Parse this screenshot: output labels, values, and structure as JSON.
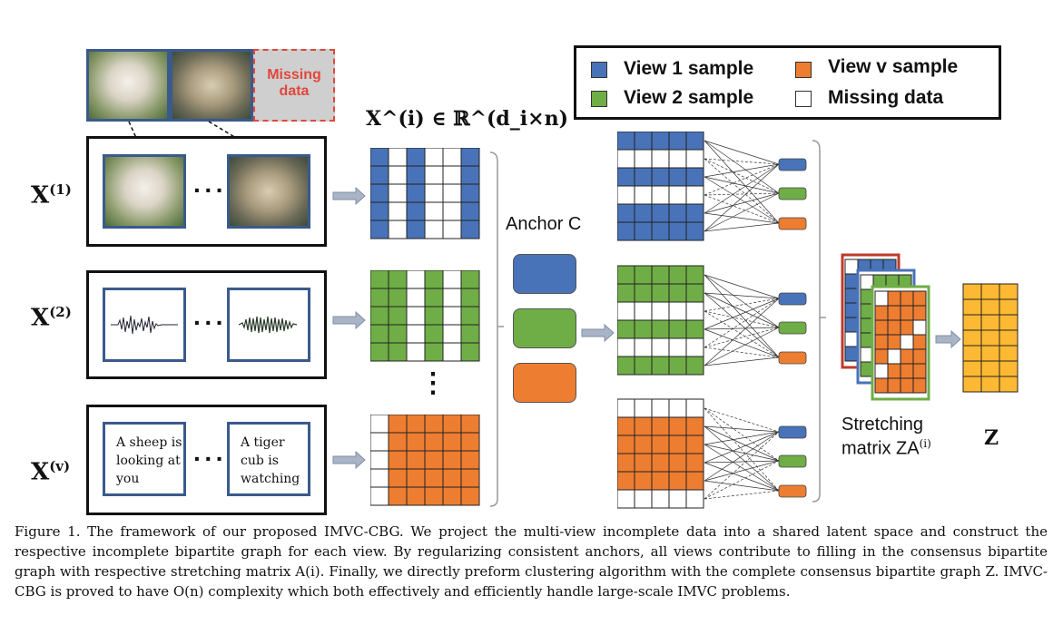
{
  "colors": {
    "view1": "#4873b8",
    "view2": "#6fad46",
    "viewv": "#ed7d31",
    "missing": "#ffffff",
    "z": "#fdb933",
    "frame_red": "#c0392b"
  },
  "missing_label": "Missing data",
  "x_labels": [
    "X",
    "X",
    "X"
  ],
  "x_sups": [
    "(1)",
    "(2)",
    "(v)"
  ],
  "dots": "···",
  "text_samples": [
    "A sheep is looking at you",
    "A tiger cub is watching"
  ],
  "matrix_label": "X^(i) ∈ ℝ^(d_i×n)",
  "legend": [
    {
      "label": "View 1 sample",
      "color_key": "view1"
    },
    {
      "label": "View 2 sample",
      "color_key": "view2"
    },
    {
      "label": "View v sample",
      "color_key": "viewv"
    },
    {
      "label": "Missing data",
      "color_key": "missing"
    }
  ],
  "anchor_label": "Anchor C",
  "stretch_label_1": "Stretching",
  "stretch_label_2": "matrix ZA",
  "stretch_sup": "(i)",
  "z_label": "Z",
  "vertical_dots": "⋮",
  "caption": "Figure 1. The framework of our proposed IMVC-CBG. We project the multi-view incomplete data into a shared latent space and construct the respective incomplete bipartite graph for each view. By regularizing consistent anchors, all views contribute to filling in the consensus bipartite graph with respective stretching matrix A(i). Finally, we directly preform clustering algorithm with the complete consensus bipartite graph Z. IMVC-CBG is proved to have O(n) complexity which both effectively and efficiently handle large-scale IMVC problems."
}
